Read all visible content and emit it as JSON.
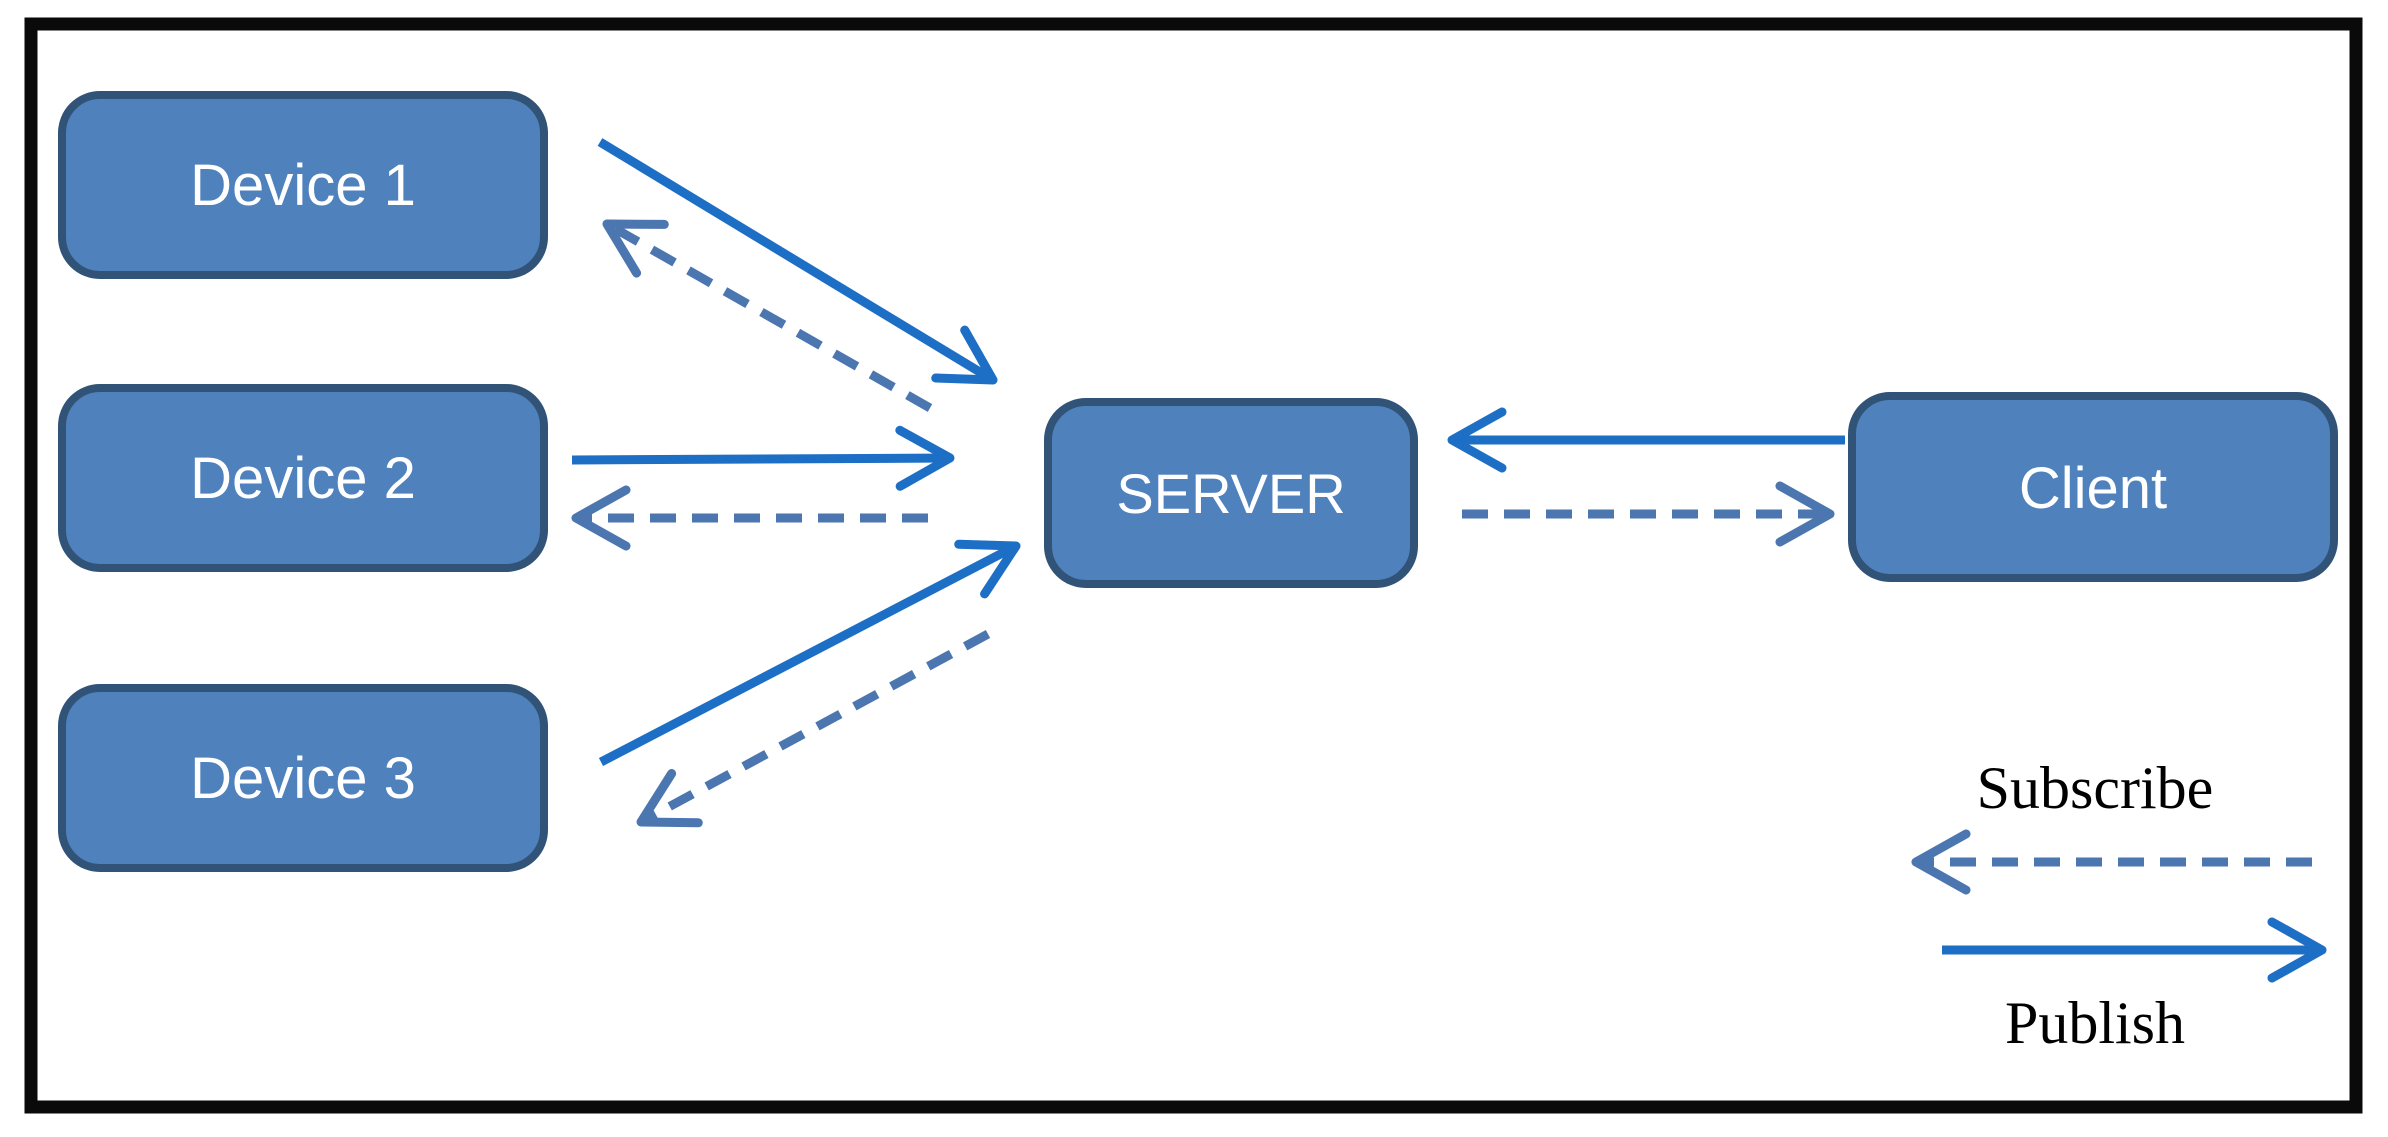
{
  "diagram": {
    "type": "publish-subscribe-architecture",
    "nodes": [
      {
        "id": "device1",
        "label": "Device 1"
      },
      {
        "id": "device2",
        "label": "Device 2"
      },
      {
        "id": "device3",
        "label": "Device 3"
      },
      {
        "id": "server",
        "label": "SERVER"
      },
      {
        "id": "client",
        "label": "Client"
      }
    ],
    "edges": [
      {
        "from": "device1",
        "to": "server",
        "type": "publish",
        "style": "solid"
      },
      {
        "from": "server",
        "to": "device1",
        "type": "subscribe",
        "style": "dashed"
      },
      {
        "from": "device2",
        "to": "server",
        "type": "publish",
        "style": "solid"
      },
      {
        "from": "server",
        "to": "device2",
        "type": "subscribe",
        "style": "dashed"
      },
      {
        "from": "device3",
        "to": "server",
        "type": "publish",
        "style": "solid"
      },
      {
        "from": "server",
        "to": "device3",
        "type": "subscribe",
        "style": "dashed"
      },
      {
        "from": "client",
        "to": "server",
        "type": "publish",
        "style": "solid"
      },
      {
        "from": "server",
        "to": "client",
        "type": "subscribe",
        "style": "dashed"
      }
    ],
    "legend": {
      "subscribe_label": "Subscribe",
      "publish_label": "Publish"
    },
    "colors": {
      "node_fill": "#4f81bd",
      "node_border": "#305377",
      "node_text": "#ffffff",
      "publish_arrow": "#1d6ec5",
      "subscribe_arrow": "#4b76b0",
      "legend_text": "#000000",
      "frame_border": "#0a0a0a",
      "background": "#ffffff"
    }
  }
}
